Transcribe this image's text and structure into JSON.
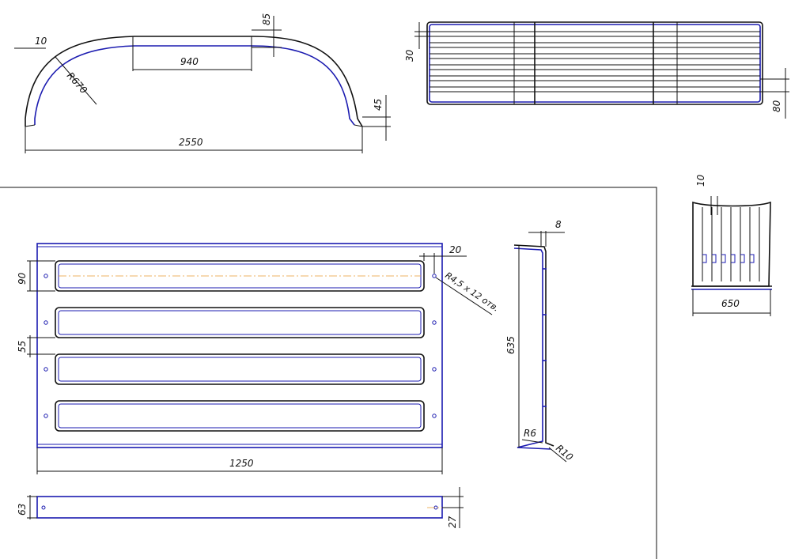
{
  "dimensions": {
    "fender_thickness": "10",
    "fender_top_drop": "85",
    "fender_flat_length": "940",
    "fender_radius": "R670",
    "fender_lip_height": "45",
    "fender_total_length": "2550",
    "top_view_rib": "30",
    "top_view_width": "80",
    "end_view_thickness": "10",
    "end_view_width": "650",
    "panel_rib_height": "90",
    "panel_rib_gap": "55",
    "panel_hole_offset": "20",
    "panel_hole_note": "R4,5 x 12 отв.",
    "panel_length": "1250",
    "profile_flange": "8",
    "profile_height": "635",
    "profile_inner_radius": "R6",
    "profile_outer_radius": "R10",
    "strip_height": "63",
    "strip_hole_offset": "27"
  },
  "colors": {
    "outline": "#1b1bb0",
    "line": "#111111",
    "axis": "#e89a30",
    "background": "#ffffff"
  }
}
